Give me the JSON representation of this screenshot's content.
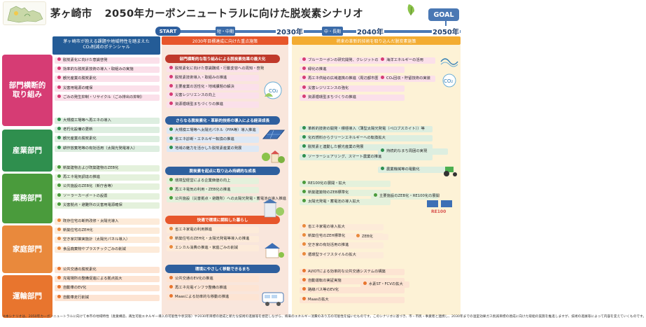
{
  "title": {
    "city": "茅ヶ崎市",
    "main": "2050年カーボンニュートラルに向けた脱炭素シナリオ"
  },
  "goal": "GOAL",
  "timeline": {
    "start": "START",
    "short": "短・中期",
    "y2030": "2030年",
    "mid": "中・長期",
    "y2040": "2040年",
    "y2050": "2050年"
  },
  "potential_box": "茅ヶ崎市が抱える課題や地域特性を踏まえた\nCO₂削減のポテンシャル",
  "phase1_header": "2030年目標達成に向けた重点施策",
  "phase2_header": "将来の革新的技術を取り込んだ脱炭素施策",
  "categories": [
    "部門横断的\n取り組み",
    "産業部門",
    "業務部門",
    "家庭部門",
    "運輸部門"
  ],
  "potential": {
    "cross": [
      "脱炭素化に向けた意識啓発",
      "効率的な脱炭素技術の導入・取組みの実施",
      "観光産業の脱炭素化",
      "災害用電源の確保",
      "ごみの発生抑制・リサイクル（ごみ排出の抑制）"
    ],
    "industry": [
      "大規模工場等へ再エネの導入",
      "老朽化設備の更新",
      "観光産業の脱炭素化",
      "耕作放棄地等の有効活用（太陽光発電導入）"
    ],
    "business": [
      "新築建物および既築建物のZEB化",
      "再エネ電気調達の推進",
      "公共施設のZEB化（新庁舎等）",
      "ソーラーカーポートの設置",
      "災害拠点・避難所の災害用電源確保"
    ],
    "household": [
      "既存住宅の断熱改修・太陽光導入",
      "新築住宅のZEH化",
      "空き家対策実施計（太陽光パネル導入）",
      "食品廃棄物やプラスチックごみの削減"
    ],
    "transport": [
      "公共交通の脱炭素化",
      "充電場所の整備促進による拠点拡大",
      "自動車のEV化",
      "自動車走行削減"
    ]
  },
  "phase1": {
    "s1": {
      "title": "部門横断的な取り組みによる脱炭素効果の最大化",
      "items": [
        "脱炭素化に向けた意識醸成・行動変容への周知・啓発",
        "脱炭素技術導入・取組みの推進",
        "主要産業の活性化・地域課題の解決",
        "災害レジリエンスの向上",
        "資源循環型まちづくりの推進"
      ]
    },
    "s2": {
      "title": "さらなる脱炭素化・革新的技術の導入による経済成長",
      "items": [
        "大規模工場等へ太陽光パネル（PPA等）導入推進",
        "省エネ診断・エネルギー転換の推進",
        "地域の魅力を活かした脱炭素産業の発展"
      ]
    },
    "s3": {
      "title": "脱炭素を起点に取り込み持続的な成長",
      "items": [
        "環境型経営による企業価値の向上",
        "再エネ電気の利用・ZEB化の推進",
        "公共施設（災害拠点・避難所）への太陽光発電・蓄電池の導入推進"
      ]
    },
    "s4": {
      "title": "快適で環境に調和した暮らし",
      "items": [
        "省エネ家電の利用推進",
        "新築住宅のZEH化・太陽光発電等導入の推進",
        "エシカル消費の推進・家庭ごみの削減"
      ]
    },
    "s5": {
      "title": "環境にやさしく移動できるまち",
      "items": [
        "公共交通のEV化の推進",
        "再エネ充電インフラ整備の推進",
        "Maasによる効率的な移動の推進"
      ]
    }
  },
  "phase2": {
    "cross": [
      "ブルーカーボンの研究開発、クレジットの活用の検討と推進",
      "緑化の推進",
      "再エネ供給の広域連携の推進（周辺都市圏域）",
      "災害レジリエンスの強化",
      "資源循環型まちづくりの推進"
    ],
    "cross_right": [
      "海洋エネルギーの活用",
      "CO₂回収・貯留技術の実装"
    ],
    "industry": [
      "革新的技術の開発・積極導入（薄型太陽光発電（ペロブスカイト））等",
      "化石燃料からクリーンエネルギーへの転換拡大",
      "脱炭素と連動した観光産業の発展",
      "ソーラーシェアリング、スマート農業の推進"
    ],
    "industry_right": [
      "持続的なまち周囲の実現",
      "農業機械等の電動化"
    ],
    "business": [
      "RE100化の展開・拡大",
      "新築建築物のZEB標準化",
      "太陽光発電・蓄電池の導入拡大"
    ],
    "business_right": [
      "主要施設のZEB化・RE100化の展開"
    ],
    "household": [
      "省エネ家電の導入拡大",
      "新築住宅のZEH標準化",
      "空き家の有効活用の推進",
      "循環型ライフスタイルの拡大"
    ],
    "household_right": [
      "ZEB化"
    ],
    "transport": [
      "AI/IOTによる効率的な公共交通システムの構築",
      "自動運転の実証実施",
      "路線バス等のEV化",
      "Maasの拡大"
    ],
    "transport_right": [
      "水素ST・FCVの拡大"
    ]
  },
  "re100_label": "RE100",
  "footnote": "※本シナリオは、2050年カーボンニュートラルに向けて本市の地域特性（産業構造、再生可能エネルギー導入の可能性や状況等）や2030年目標の達成と新たな技術の進展等を想定しながら、将来のエネルギー消費のあり方の可能性を描いたものです。このシナリオに基づき、市・市民・事業者と連携し、2030年までの温室効果ガス削減目標の達成に向けた取組の実施を推進しますが、技術の進展等によって内容を変えていくものです。",
  "colors": {
    "cross": "#d63c74",
    "industry": "#2f8f4e",
    "business": "#4a9b3c",
    "household": "#e9893c",
    "transport": "#e8752e",
    "blue": "#245c97",
    "orange": "#e7562b",
    "yellow": "#f3ac31"
  }
}
